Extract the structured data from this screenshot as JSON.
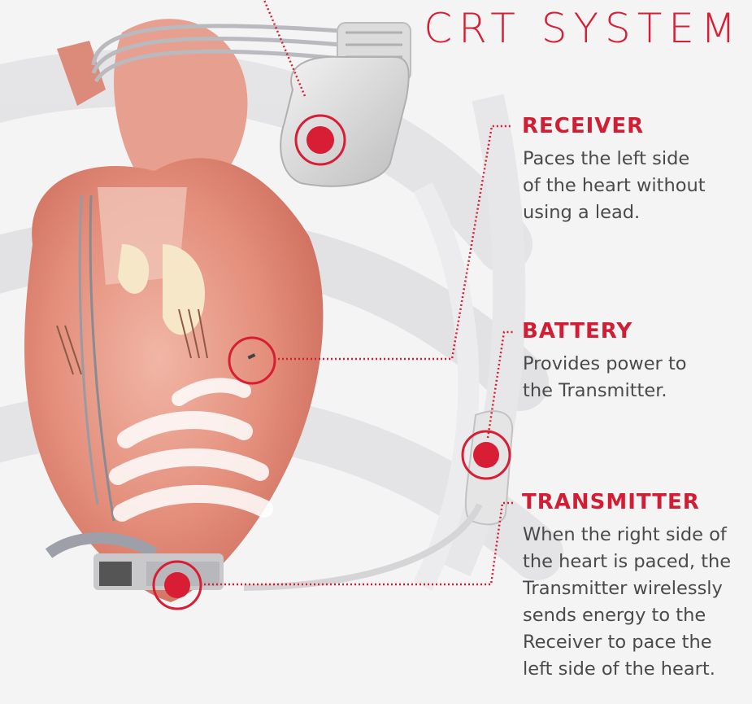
{
  "title": "CRT SYSTEM",
  "accent_color": "#d71e35",
  "callouts": {
    "receiver": {
      "heading": "RECEIVER",
      "lines": [
        "Paces the left side",
        "of the heart without",
        "using a lead."
      ]
    },
    "battery": {
      "heading": "BATTERY",
      "lines": [
        "Provides power to",
        "the Transmitter."
      ]
    },
    "transmitter": {
      "heading": "TRANSMITTER",
      "lines": [
        "When the right side of",
        "the heart is paced, the",
        "Transmitter wirelessly",
        "sends energy to the",
        "Receiver to pace the",
        "left side of the heart."
      ]
    }
  }
}
